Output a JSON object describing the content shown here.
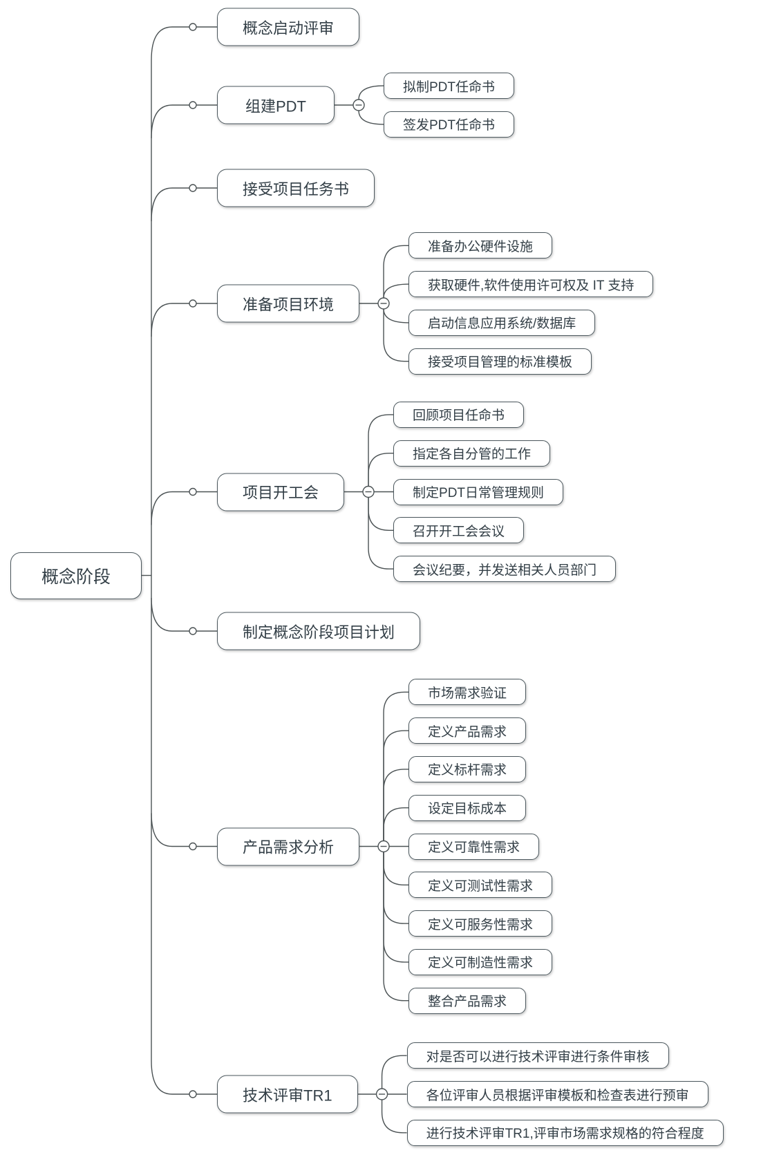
{
  "root": {
    "label": "概念阶段"
  },
  "branches": [
    {
      "label": "概念启动评审",
      "children": []
    },
    {
      "label": "组建PDT",
      "children": [
        "拟制PDT任命书",
        "签发PDT任命书"
      ]
    },
    {
      "label": "接受项目任务书",
      "children": []
    },
    {
      "label": "准备项目环境",
      "children": [
        "准备办公硬件设施",
        "获取硬件,软件使用许可权及 IT 支持",
        "启动信息应用系统/数据库",
        "接受项目管理的标准模板"
      ]
    },
    {
      "label": "项目开工会",
      "children": [
        "回顾项目任命书",
        "指定各自分管的工作",
        "制定PDT日常管理规则",
        "召开开工会会议",
        "会议纪要，并发送相关人员部门"
      ]
    },
    {
      "label": "制定概念阶段项目计划",
      "children": []
    },
    {
      "label": "产品需求分析",
      "children": [
        "市场需求验证",
        "定义产品需求",
        "定义标杆需求",
        "设定目标成本",
        "定义可靠性需求",
        "定义可测试性需求",
        "定义可服务性需求",
        "定义可制造性需求",
        "整合产品需求"
      ]
    },
    {
      "label": "技术评审TR1",
      "children": [
        "对是否可以进行技术评审进行条件审核",
        "各位评审人员根据评审模板和检查表进行预审",
        "进行技术评审TR1,评审市场需求规格的符合程度"
      ]
    }
  ],
  "icons": {
    "collapse": "collapse-minus-icon",
    "link_dot": "link-dot-icon"
  },
  "colors": {
    "background": "#ffffff",
    "node_fill": "#ffffff",
    "node_border": "#4a565c",
    "node_text": "#323e46",
    "line": "#4b5254"
  }
}
